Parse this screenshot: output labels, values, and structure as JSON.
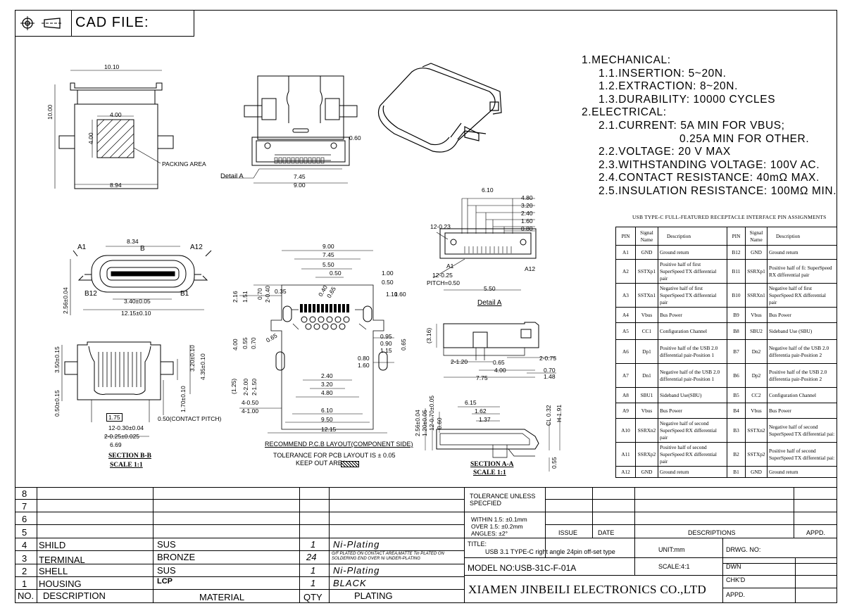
{
  "header": {
    "cad_label": "CAD FILE:"
  },
  "spec": {
    "lines": [
      "1.MECHANICAL:",
      "1.1.INSERTION: 5~20N.",
      "1.2.EXTRACTION: 8~20N.",
      "1.3.DURABILITY: 10000 CYCLES",
      "2.ELECTRICAL:",
      "2.1.CURRENT: 5A MIN FOR VBUS;",
      "0.25A MIN FOR OTHER.",
      "2.2.VOLTAGE: 20 V MAX",
      "2.3.WITHSTANDING VOLTAGE: 100V AC.",
      "2.4.CONTACT RESISTANCE: 40mΩ MAX.",
      "2.5.INSULATION RESISTANCE: 100MΩ MIN."
    ]
  },
  "pin_table": {
    "title": "USB TYPE-C FULL-FEATURED RECEPTACLE INTERFACE PIN ASSIGNMENTS",
    "headers": [
      "PIN",
      "Signal Name",
      "Description",
      "PIN",
      "Signal Name",
      "Description"
    ],
    "rows": [
      [
        "A1",
        "GND",
        "Ground return",
        "B12",
        "GND",
        "Ground return"
      ],
      [
        "A2",
        "SSTXp1",
        "Positive half of first SuperSpeed TX differential pair",
        "B11",
        "SSRXp1",
        "Positive half of fi: SuperSpeed RX differential pair"
      ],
      [
        "A3",
        "SSTXn1",
        "Negative half of first SuperSpeed TX differential pair",
        "B10",
        "SSRXn1",
        "Negative half of first SuperSpeed RX differential pair"
      ],
      [
        "A4",
        "Vbus",
        "Bus Power",
        "B9",
        "Vbus",
        "Bus Power"
      ],
      [
        "A5",
        "CC1",
        "Configuration Channel",
        "B8",
        "SBU2",
        "Sideband Use (SBU)"
      ],
      [
        "A6",
        "Dp1",
        "Positive half of the USB 2.0 differential pair-Position 1",
        "B7",
        "Dn2",
        "Negative half of the USB 2.0 differentia pair-Position 2"
      ],
      [
        "A7",
        "Dn1",
        "Negative half of the USB 2.0 differential pair-Position 1",
        "B6",
        "Dp2",
        "Positive half of the USB 2.0 differentia pair-Position 2"
      ],
      [
        "A8",
        "SBU1",
        "Sideband Use(SBU)",
        "B5",
        "CC2",
        "Configuration Channel"
      ],
      [
        "A9",
        "Vbus",
        "Bus Power",
        "B4",
        "Vbus",
        "Bus Power"
      ],
      [
        "A10",
        "SSRXn2",
        "Negative half of second SuperSpeed RX differential pair",
        "B3",
        "SSTXn2",
        "Negative half of second SuperSpeed TX differential pai:"
      ],
      [
        "A11",
        "SSRXp2",
        "Positive half of second SuperSpeed RX differential pair",
        "B2",
        "SSTXp2",
        "Positive half of second SuperSpeed TX differential pai:"
      ],
      [
        "A12",
        "GND",
        "Ground return",
        "B1",
        "GND",
        "Ground return"
      ]
    ]
  },
  "drawing": {
    "top_view": {
      "w": "10.10",
      "h": "10.00",
      "inner_w": "4.00",
      "inner_h": "4.00",
      "packing": "PACKING AREA",
      "bottom": "8.94"
    },
    "front_view": {
      "w1": "7.45",
      "w2": "9.00",
      "hole": "0.60",
      "detail": "Detail A"
    },
    "end_view": {
      "b1": "B",
      "a1": "A1",
      "a12": "A12",
      "b_top": "8.34",
      "b12": "B12",
      "b1r": "B1",
      "w": "3.40±0.05",
      "total": "12.15±0.10",
      "h": "2.56±0.04"
    },
    "section_bb": {
      "h1": "3.50±0.15",
      "h2": "3.20±0.10",
      "h3": "4.35±0.10",
      "h4": "0.50±0.15",
      "h5": "1.70±0.10",
      "pitch1": "1.75",
      "pitch": "0.50(CONTACT PITCH)",
      "d1": "12-0.30±0.04",
      "d2": "2-0.25±0.025",
      "d3": "6.69",
      "title": "SECTION B-B",
      "scale": "SCALE 1:1"
    },
    "pcb": {
      "top": [
        "9.00",
        "7.45",
        "5.50",
        "0.50",
        "1.00",
        "0.50"
      ],
      "left": [
        "2.16",
        "1.51",
        "0.70",
        "2-0.40",
        "0.35",
        "4.00",
        "0.55",
        "0.70",
        "(1.25)",
        "2-2.00",
        "2-1.50",
        "4-0.50",
        "4-1.00"
      ],
      "right": [
        "1.10",
        "1.60",
        "0.95",
        "0.90",
        "1.15",
        "0.80",
        "1.60",
        "0.65"
      ],
      "holes": [
        "0.40",
        "0.65",
        "0.65"
      ],
      "bottom": [
        "2.40",
        "3.20",
        "4.80",
        "6.10",
        "9.50",
        "12.15"
      ],
      "title": "RECOMMEND P.C.B LAYOUT(COMPONENT SIDE)",
      "tol": "TOLERANCE FOR PCB LAYOUT IS ± 0.05",
      "keep": "KEEP OUT AREA"
    },
    "detail_a": {
      "dims": [
        "6.10",
        "4.80",
        "3.20",
        "2.40",
        "1.60",
        "0.80"
      ],
      "d1": "12-0.23",
      "d2": "12-0.25",
      "pitch": "PITCH=0.50",
      "a1": "A1",
      "a12": "A12",
      "w": "5.50",
      "title": "Detail A"
    },
    "side_view": {
      "h": "(3.16)",
      "d1": "2-0.75",
      "d2": "2-1.20",
      "d3": "0.65",
      "d4": "4.00",
      "d5": "7.75",
      "d6": "0.70",
      "d7": "1.48"
    },
    "section_aa": {
      "d1": "6.15",
      "d2": "1.62",
      "d3": "1.37",
      "v1": "2.56±0.04",
      "v2": "1.20±0.05",
      "v3": "12-0.70±0.05",
      "v4": "0.60",
      "v5": "CL 0.32",
      "v6": "H 1.91",
      "v7": "0.55",
      "title": "SECTION A-A",
      "scale": "SCALE 1:1"
    }
  },
  "bom": {
    "row_numbers": [
      "8",
      "7",
      "6",
      "5"
    ],
    "items": [
      {
        "no": "4",
        "desc": "SHILD",
        "material": "SUS",
        "qty": "1",
        "plating": "Ni-Plating"
      },
      {
        "no": "3",
        "desc": "TERMINAL",
        "material": "BRONZE",
        "qty": "24",
        "plating": "G/F PLATED ON CONTACT AREA,MATTE Tin PLATED ON SOLDERING END OVER Ni UNDER-PLATING"
      },
      {
        "no": "2",
        "desc": "SHELL",
        "material": "SUS",
        "qty": "1",
        "plating": "Ni-Plating"
      },
      {
        "no": "1",
        "desc": "HOUSING",
        "material": "LCP",
        "qty": "1",
        "plating": "BLACK"
      }
    ],
    "headers": {
      "no": "NO.",
      "desc": "DESCRIPTION",
      "material": "MATERIAL",
      "qty": "QTY",
      "plating": "PLATING"
    }
  },
  "title_block": {
    "tolerance": "TOLERANCE UNLESS SPECFIED",
    "within": "WITHIN 1.5: ±0.1mm OVER 1.5: ±0.2mm",
    "angles": "ANGLES: ±2°",
    "issue": "ISSUE",
    "date": "DATE",
    "descriptions": "DESCRIPTIONS",
    "appd_top": "APPD.",
    "title_label": "TITLE:",
    "title": "USB 3.1 TYPE-C right angle 24pin off-set type",
    "unit": "UNIT:mm",
    "drwg": "DRWG. NO:",
    "model": "MODEL NO:USB-31C-F-01A",
    "scale": "SCALE:4:1",
    "dwn": "DWN",
    "chkd": "CHK'D",
    "appd": "APPD.",
    "company": "XIAMEN JINBEILI ELECTRONICS CO.,LTD"
  }
}
